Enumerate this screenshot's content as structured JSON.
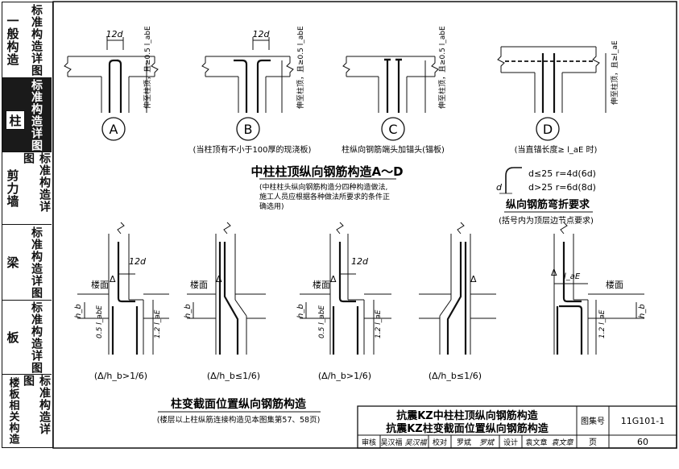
{
  "sidebar": {
    "sections": [
      {
        "left": "一般构造",
        "right": "标准构造详图"
      },
      {
        "tag": "柱",
        "right": "标准构造详图",
        "active": true
      },
      {
        "left": "剪力墙",
        "right": "标准构造详图"
      },
      {
        "left": "梁",
        "right": "标准构造详图"
      },
      {
        "left": "板",
        "right": "标准构造详图"
      },
      {
        "left": "楼板相关构造",
        "right": "标准构造详图"
      }
    ]
  },
  "top_diagrams": {
    "dim_12d": "12d",
    "side_label_a": "伸至柱顶，且≥0.5 l_abE",
    "side_label_d": "伸至柱顶，且≥l_aE",
    "letters": [
      "A",
      "B",
      "C",
      "D"
    ],
    "caption_b": "(当柱顶有不小于100厚的现浇板)",
    "caption_c": "柱纵向钢筋端头加锚头(锚板)",
    "caption_d": "(当直锚长度≥ l_aE 时)"
  },
  "middle": {
    "title": "中柱柱顶纵向钢筋构造A～D",
    "note_lines": [
      "(中柱柱头纵向钢筋构造分四种构造做法,",
      "施工人员应根据各种做法所要求的条件正",
      "确选用)"
    ],
    "bend_rule_1": "d≤25  r=4d(6d)",
    "bend_rule_2": "d>25  r=6d(8d)",
    "bend_title": "纵向钢筋弯折要求",
    "bend_note": "(括号内为顶层边节点要求)",
    "d_label": "d"
  },
  "bottom_diagrams": {
    "floor_label": "楼面",
    "delta": "Δ",
    "hb": "h_b",
    "dim_half": "0.5 l_abE",
    "dim_12": "1.2 l_aE",
    "dim_12d": "12d",
    "dim_lae": "l_aE",
    "captions": [
      "(Δ/h_b>1/6)",
      "(Δ/h_b≤1/6)",
      "(Δ/h_b>1/6)",
      "(Δ/h_b≤1/6)"
    ],
    "title": "柱变截面位置纵向钢筋构造",
    "subtitle": "(楼层以上柱纵筋连接构造见本图集第57、58页)"
  },
  "title_block": {
    "line1": "抗震KZ中柱柱顶纵向钢筋构造",
    "line2": "抗震KZ柱变截面位置纵向钢筋构造",
    "atlas_label": "图集号",
    "atlas_no": "11G101-1",
    "page_label": "页",
    "page_no": "60",
    "sign_row": [
      "审核",
      "吴汉福",
      "吴汉福",
      "校对",
      "罗斌",
      "罗斌",
      "设计",
      "袁文章",
      "袁文章"
    ]
  }
}
